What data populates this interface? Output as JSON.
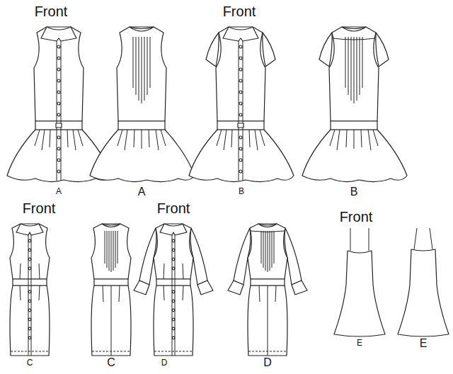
{
  "diagram": {
    "labels": [
      "Front",
      "A",
      "A",
      "Front",
      "B",
      "B",
      "Front",
      "C",
      "C",
      "Front",
      "D",
      "D",
      "Front",
      "E",
      "E"
    ]
  }
}
